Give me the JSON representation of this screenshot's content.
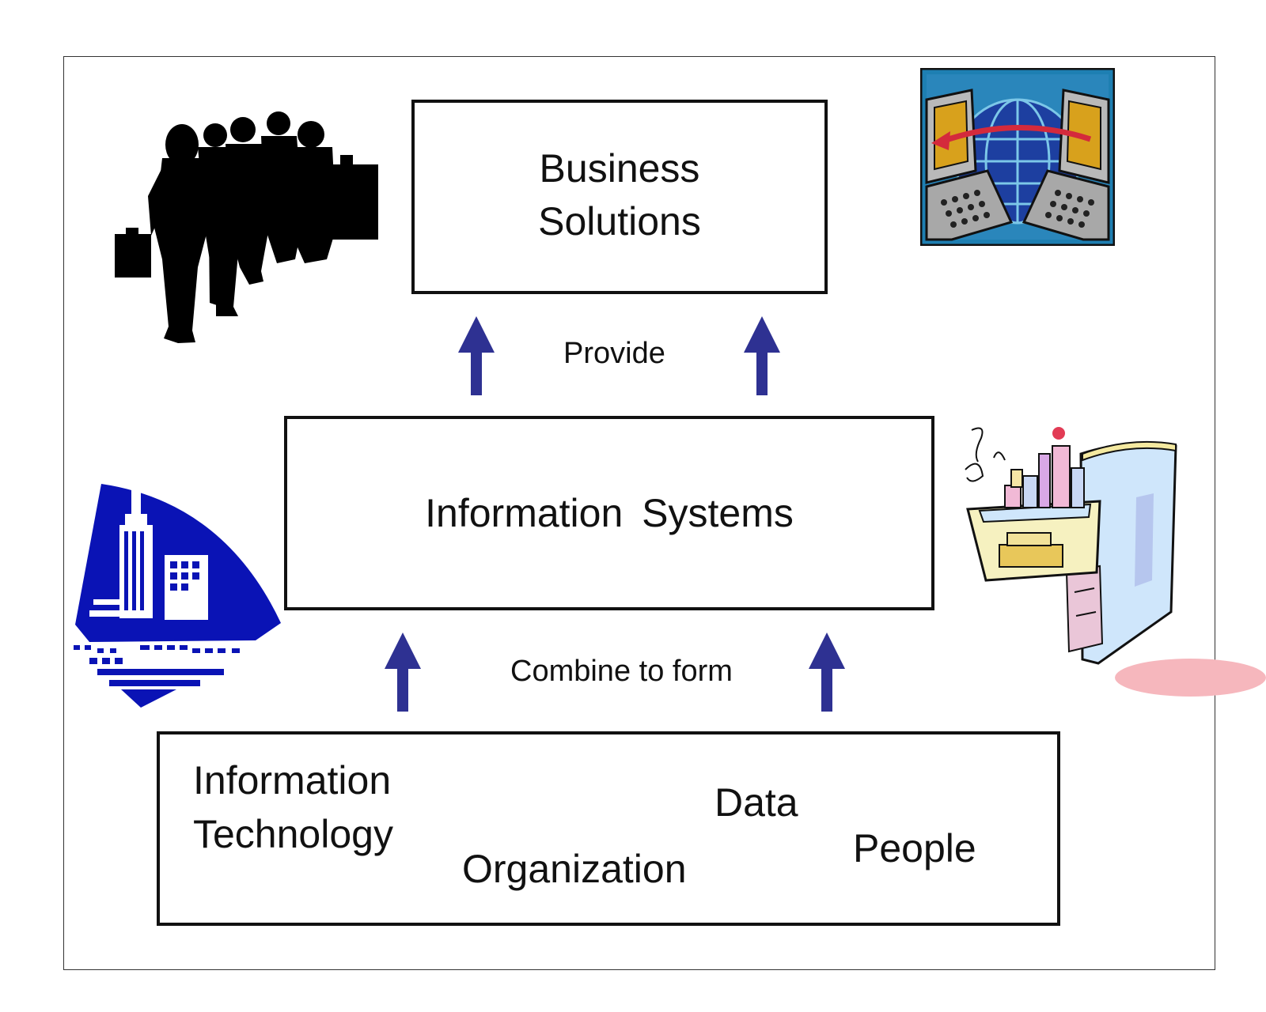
{
  "boxes": {
    "business": {
      "line1": "Business",
      "line2": "Solutions"
    },
    "information_systems": {
      "label": "Information  Systems"
    },
    "components": {
      "information_technology": {
        "line1": "Information",
        "line2": "Technology"
      },
      "organization": "Organization",
      "data": "Data",
      "people": "People"
    }
  },
  "connectors": {
    "provide": "Provide",
    "combine": "Combine to form"
  },
  "colors": {
    "arrow": "#2e3192",
    "border": "#111111",
    "building_blue": "#0a13b5"
  },
  "icons": [
    "people-silhouette-icon",
    "global-network-icon",
    "city-building-icon",
    "filing-cabinet-icon"
  ]
}
